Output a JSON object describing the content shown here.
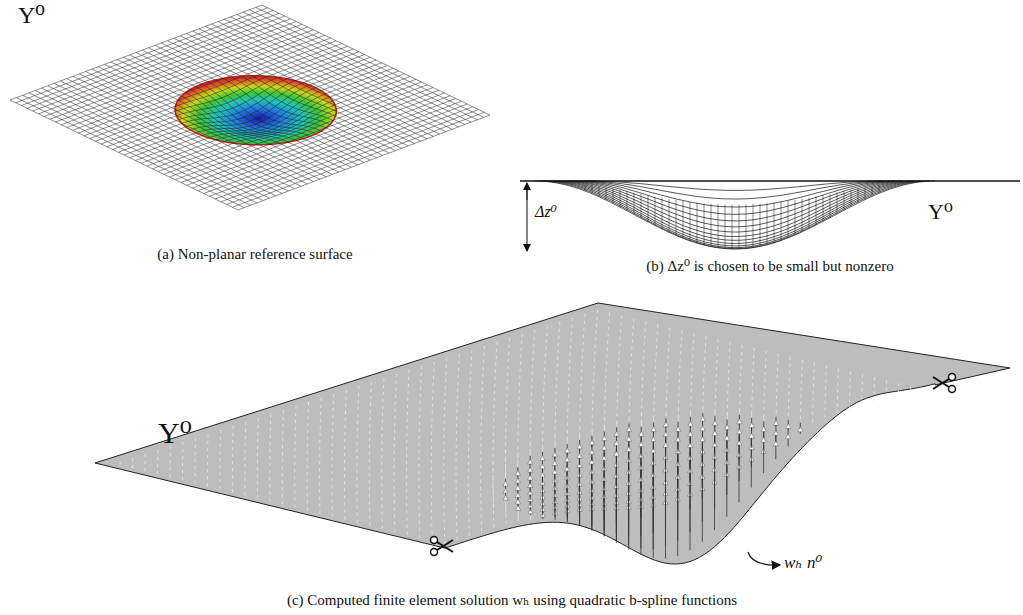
{
  "diagram": {
    "labels": [
      "Υ⁰",
      "(a) Non-planar reference surface",
      "Δz⁰",
      "Υ⁰",
      "(b) Δz⁰ is chosen to be small but nonzero",
      "Υ⁰",
      "wₕ n⁰",
      "(c) Computed finite element solution wₕ using quadratic b-spline functions"
    ]
  }
}
